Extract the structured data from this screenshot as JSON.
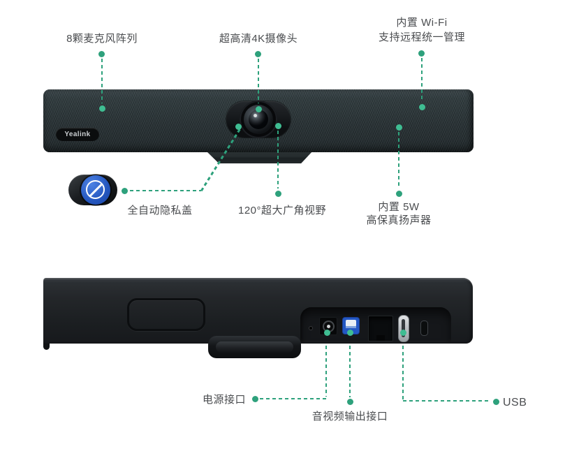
{
  "colors": {
    "accent_green": "#2EA17C",
    "accent_green_bright": "#3FBD92",
    "label_text": "#4A4C4F",
    "usb_b_blue": "#2357C4",
    "privacy_blue": "#2456BE"
  },
  "brand": {
    "logo": "Yealink"
  },
  "front": {
    "callouts": {
      "mic": {
        "label": "8颗麦克风阵列"
      },
      "camera": {
        "label": "超高清4K摄像头"
      },
      "wifi": {
        "line1": "内置 Wi-Fi",
        "line2": "支持远程统一管理"
      },
      "privacy": {
        "label": "全自动隐私盖"
      },
      "fov": {
        "label": "120°超大广角视野"
      },
      "speaker": {
        "line1": "内置 5W",
        "line2": "高保真扬声器"
      }
    }
  },
  "rear": {
    "callouts": {
      "power": {
        "label": "电源接口"
      },
      "av_out": {
        "label": "音视频输出接口"
      },
      "usb": {
        "label": "USB"
      }
    }
  }
}
